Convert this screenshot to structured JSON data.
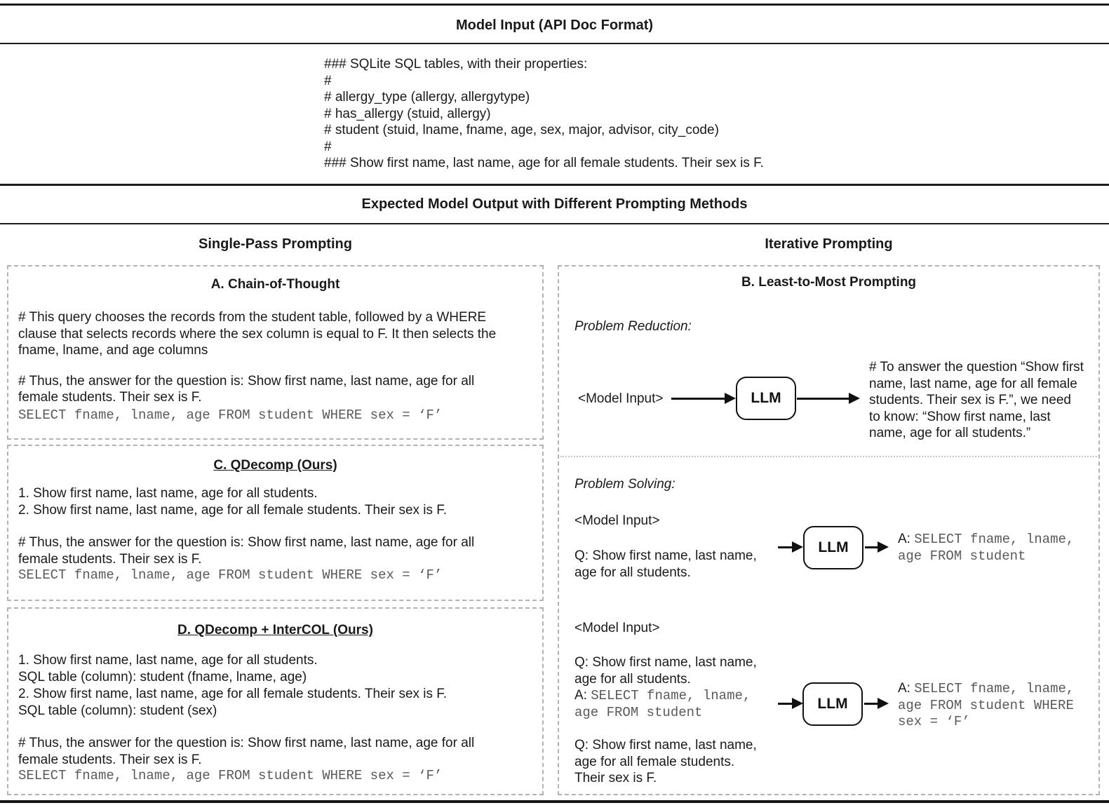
{
  "header": {
    "model_input_title": "Model Input (API Doc Format)",
    "output_title": "Expected Model Output with Different Prompting Methods",
    "left_col_title": "Single-Pass Prompting",
    "right_col_title": "Iterative Prompting"
  },
  "model_input": {
    "lines": [
      "### SQLite SQL tables, with their properties:",
      "#",
      "# allergy_type (allergy, allergytype)",
      "# has_allergy (stuid, allergy)",
      "# student (stuid, lname, fname, age, sex, major, advisor, city_code)",
      "#",
      "### Show first name, last name, age for all female students. Their sex is F."
    ]
  },
  "box_a": {
    "title": "A. Chain-of-Thought",
    "para1": [
      "# This query chooses the records from the student table, followed by a WHERE",
      "clause that selects records where the sex column is equal to F. It then selects the",
      "fname, lname, and age columns"
    ],
    "para2": [
      "# Thus, the answer for the question is: Show first name, last name, age for all",
      "female students. Their sex is F."
    ],
    "code": "SELECT fname, lname, age FROM student WHERE sex = ‘F’"
  },
  "box_c": {
    "title": "C. QDecomp (Ours)",
    "steps": [
      "1. Show first name, last name, age for all students.",
      "2. Show first name, last name, age for all female students. Their sex is F."
    ],
    "para": [
      "# Thus, the answer for the question is: Show first name, last name, age for all",
      "female students. Their sex is F."
    ],
    "code": "SELECT fname, lname, age FROM student WHERE sex = ‘F’"
  },
  "box_d": {
    "title": "D. QDecomp + InterCOL (Ours)",
    "steps": [
      "1. Show first name, last name, age for all students.",
      "SQL table (column): student (fname, lname, age)",
      "2. Show first name, last name, age for all female students. Their sex is F.",
      "SQL table (column): student (sex)"
    ],
    "para": [
      "# Thus, the answer for the question is: Show first name, last name, age for all",
      "female students. Their sex is F."
    ],
    "code": "SELECT fname, lname, age FROM student WHERE sex = ‘F’"
  },
  "box_b": {
    "title": "B. Least-to-Most Prompting",
    "llm_label": "LLM",
    "reduction": {
      "label": "Problem Reduction:",
      "input": "<Model Input>",
      "output_lines": [
        "# To answer the question “Show first",
        "name, last name, age for all female",
        "students. Their sex is F.”, we need",
        "to know: “Show first name, last",
        "name, age for all students.”"
      ]
    },
    "solving": {
      "label": "Problem Solving:",
      "step1": {
        "input": "<Model Input>",
        "q_lines": [
          "Q: Show first name, last name,",
          "age for all students."
        ],
        "answer_prefix": "A:",
        "answer_code_lines": [
          "SELECT fname, lname,",
          "age FROM student"
        ]
      },
      "step2": {
        "input": "<Model Input>",
        "q1_lines": [
          "Q: Show first name, last name,",
          "age for all students."
        ],
        "a_prefix": "A:",
        "a_code_lines": [
          "SELECT fname, lname,",
          "age FROM student"
        ],
        "q2_lines": [
          "Q: Show first name, last name,",
          "age for all female students.",
          "Their sex is F."
        ],
        "out_prefix": "A:",
        "out_code_lines": [
          "SELECT fname, lname,",
          "age FROM student WHERE",
          "sex = ‘F’"
        ]
      }
    }
  },
  "colors": {
    "text": "#1a1a1a",
    "code_gray": "#5a5a5a",
    "dashed_border": "#b3b3b3",
    "rule_black": "#1c1c1c"
  }
}
